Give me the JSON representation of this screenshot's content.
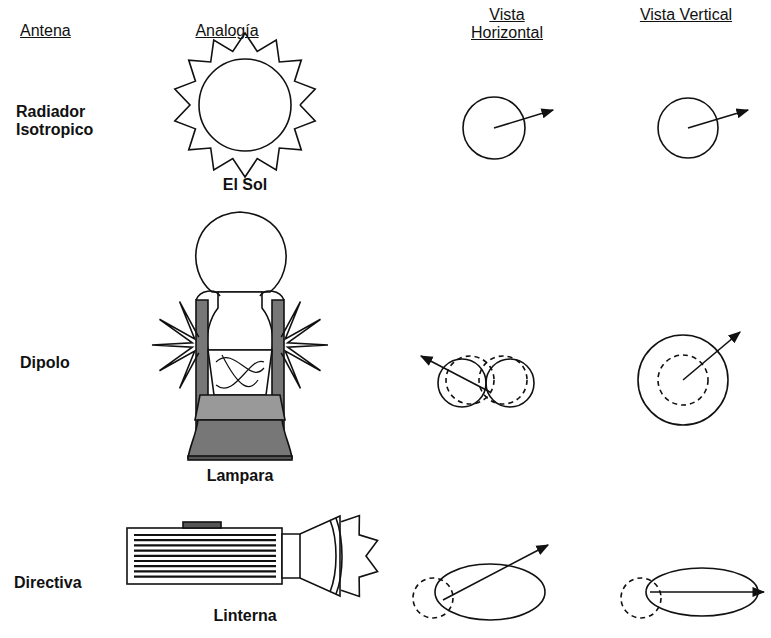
{
  "diagram": {
    "labels": [
      "Antena",
      "Analogía",
      "Vista Horizontal",
      "Vista Vertical",
      "Radiador Isotropico",
      "El Sol",
      "Dipolo",
      "Lampara",
      "Directiva",
      "Linterna"
    ]
  }
}
